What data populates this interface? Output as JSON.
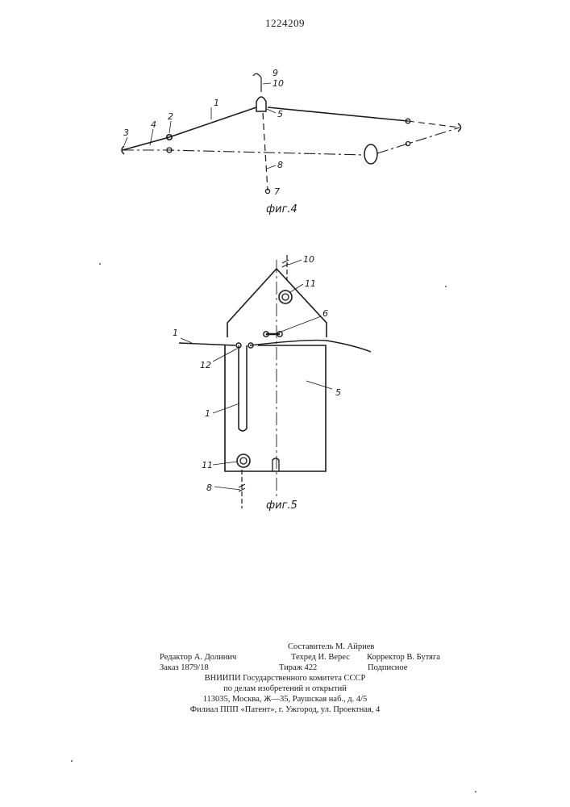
{
  "patent_number": "1224209",
  "figures": {
    "fig4": {
      "caption": "фиг.4",
      "labels": {
        "l1": "1",
        "l2": "2",
        "l3": "3",
        "l4": "4",
        "l5": "5",
        "l7": "7",
        "l8": "8",
        "l9": "9",
        "l10": "10"
      }
    },
    "fig5": {
      "caption": "фиг.5",
      "labels": {
        "l1a": "1",
        "l1b": "1",
        "l5": "5",
        "l6": "6",
        "l8": "8",
        "l10": "10",
        "l11a": "11",
        "l11b": "11",
        "l12": "12"
      }
    }
  },
  "imprint": {
    "compiler": "Составитель М. Айриев",
    "editor": "Редактор А. Долинич",
    "techred": "Техред И. Верес",
    "corrector": "Корректор В. Бутяга",
    "order": "Заказ 1879/18",
    "circulation": "Тираж 422",
    "subscription": "Подписное",
    "org_line1": "ВНИИПИ Государственного комитета СССР",
    "org_line2": "по делам изобретений и открытий",
    "address": "113035, Москва, Ж—35, Раушская наб., д. 4/5",
    "branch": "Филиал ППП «Патент», г. Ужгород, ул. Проектная, 4"
  }
}
